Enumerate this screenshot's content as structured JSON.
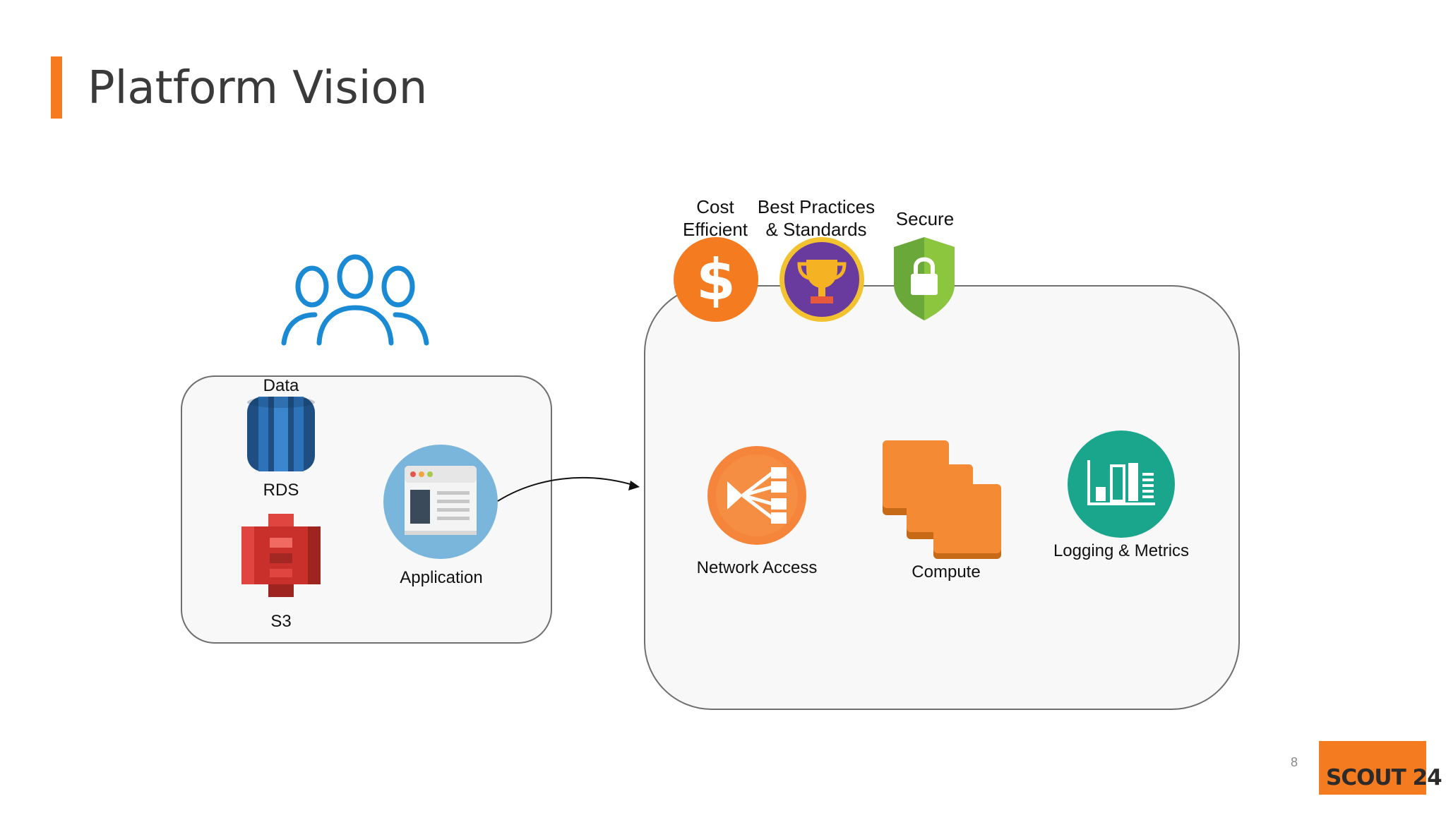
{
  "slide": {
    "title": "Platform Vision",
    "page_number": "8",
    "logo_text": "SCOUT 24",
    "accent_color": "#f47b20"
  },
  "left_group": {
    "data_label": "Data",
    "rds_label": "RDS",
    "s3_label": "S3",
    "application_label": "Application"
  },
  "principles": {
    "cost": [
      "Cost",
      "Efficient"
    ],
    "best_practices": [
      "Best Practices",
      "& Standards"
    ],
    "secure": "Secure"
  },
  "platform": {
    "network_label": "Network Access",
    "compute_label": "Compute",
    "logging_label": "Logging & Metrics"
  },
  "icons": {
    "users": "users-icon",
    "rds": "rds-database-icon",
    "s3": "s3-bucket-icon",
    "application": "application-window-icon",
    "cost": "dollar-icon",
    "best_practices": "trophy-icon",
    "secure": "lock-shield-icon",
    "network": "load-balancer-icon",
    "compute": "compute-instances-icon",
    "logging": "bar-chart-icon"
  }
}
